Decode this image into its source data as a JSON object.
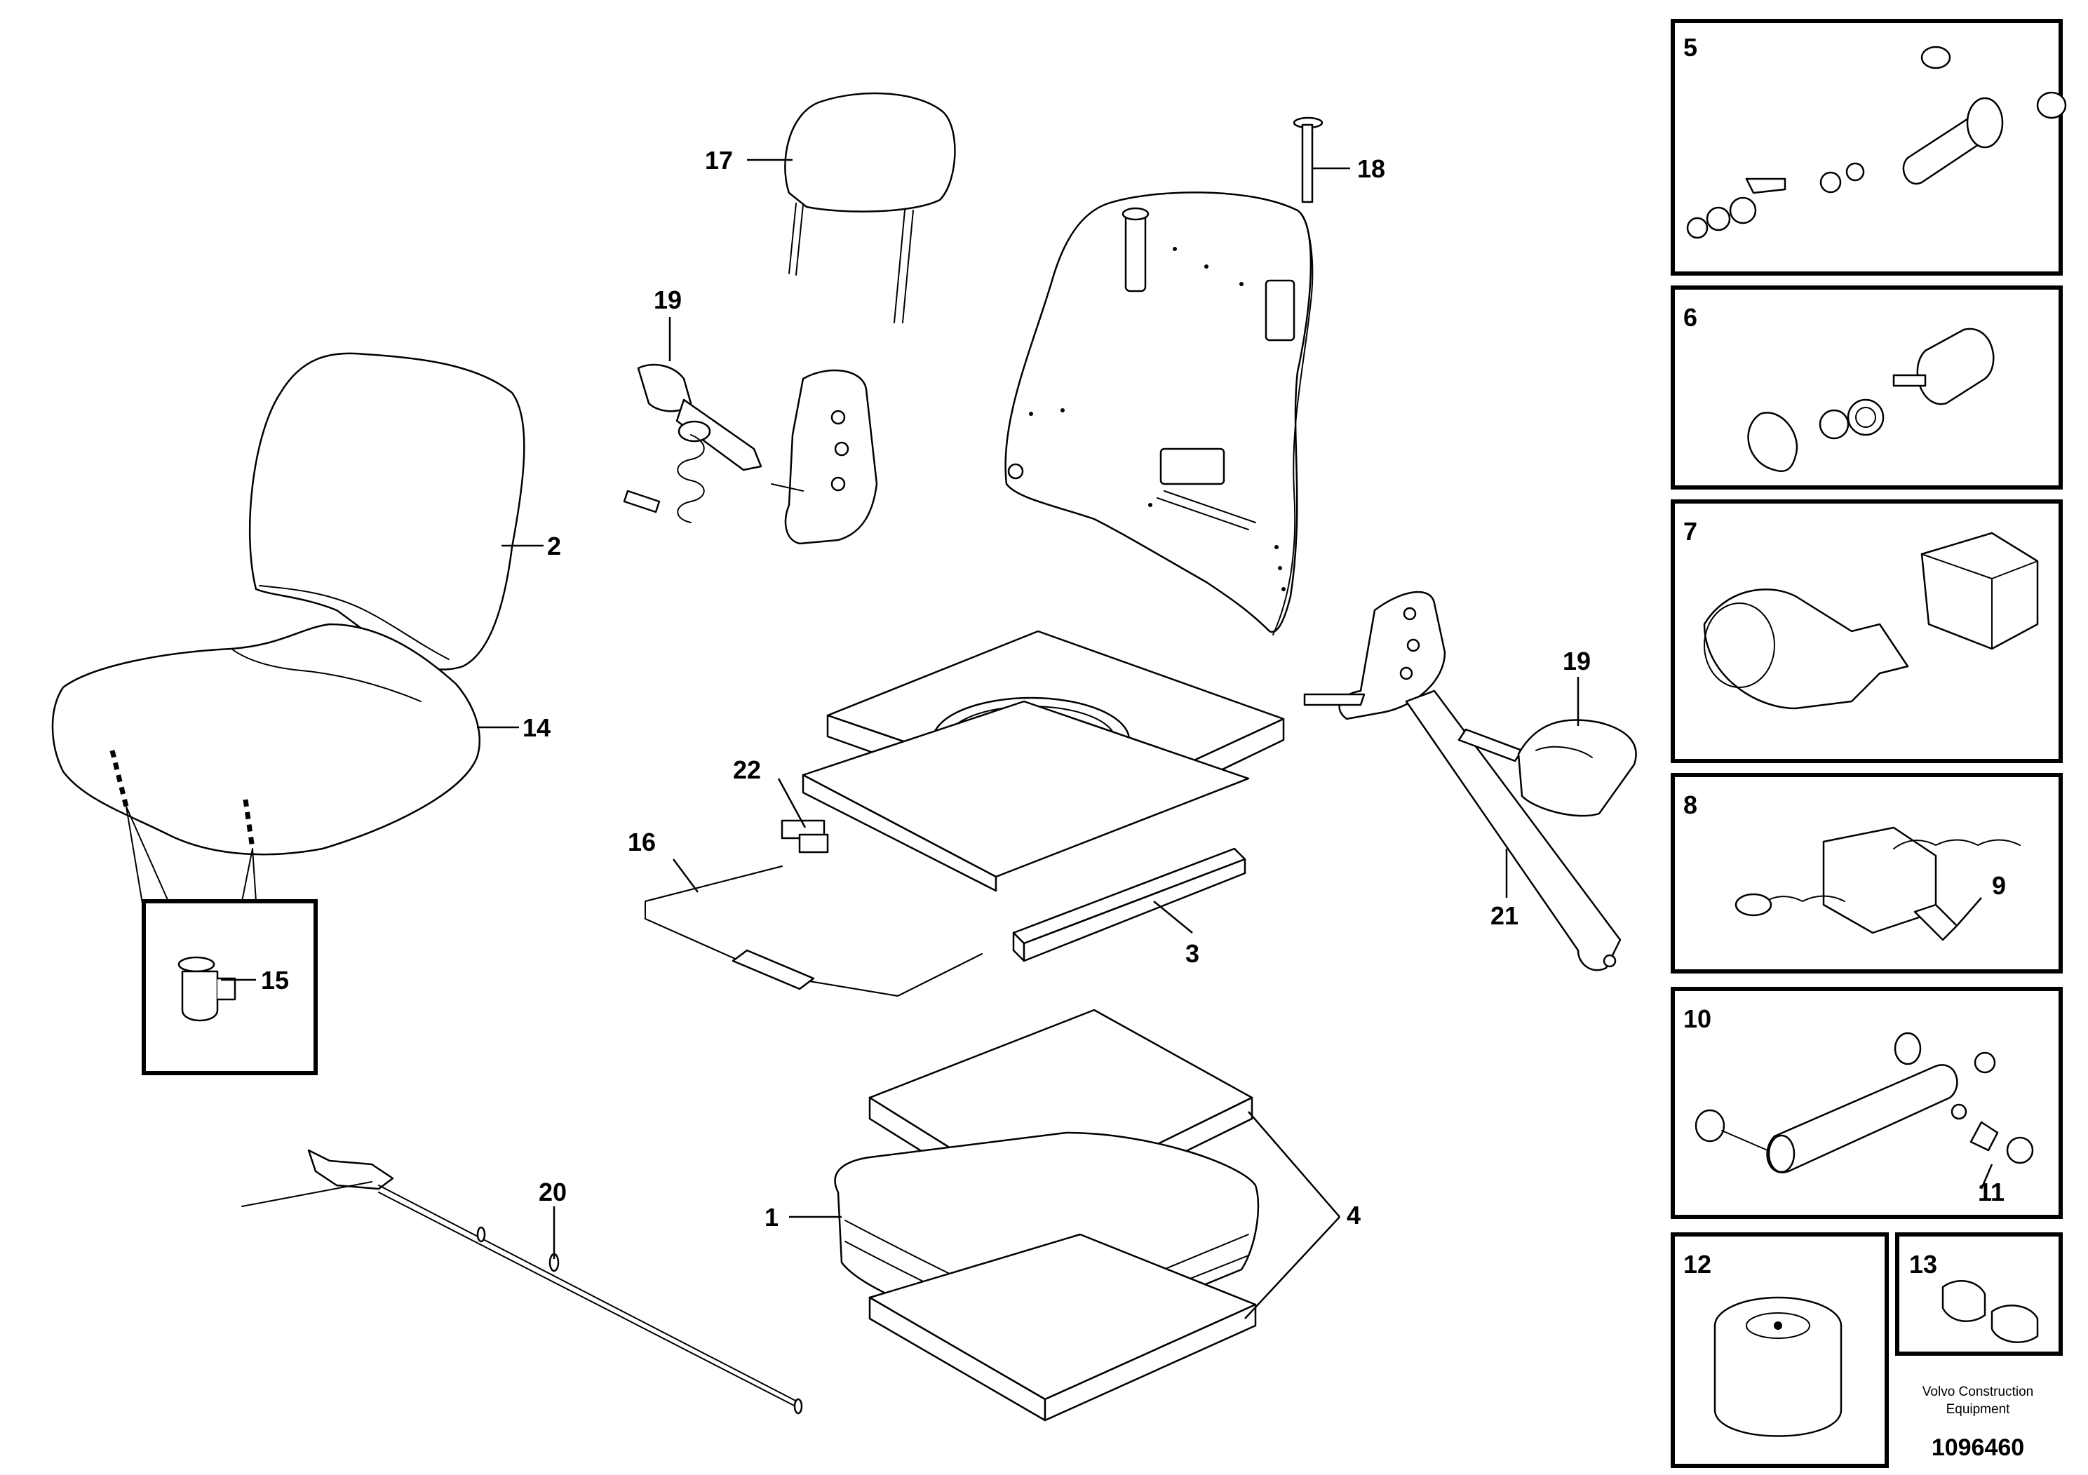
{
  "callouts": {
    "c1": "1",
    "c2": "2",
    "c3": "3",
    "c4": "4",
    "c14": "14",
    "c15": "15",
    "c16": "16",
    "c17": "17",
    "c18": "18",
    "c19a": "19",
    "c19b": "19",
    "c20": "20",
    "c21": "21",
    "c22": "22",
    "c9": "9",
    "c11": "11"
  },
  "detail_boxes": {
    "b5": "5",
    "b6": "6",
    "b7": "7",
    "b8": "8",
    "b10": "10",
    "b12": "12",
    "b13": "13"
  },
  "footer": {
    "brand_line1": "Volvo Construction",
    "brand_line2": "Equipment",
    "doc_number": "1096460"
  }
}
